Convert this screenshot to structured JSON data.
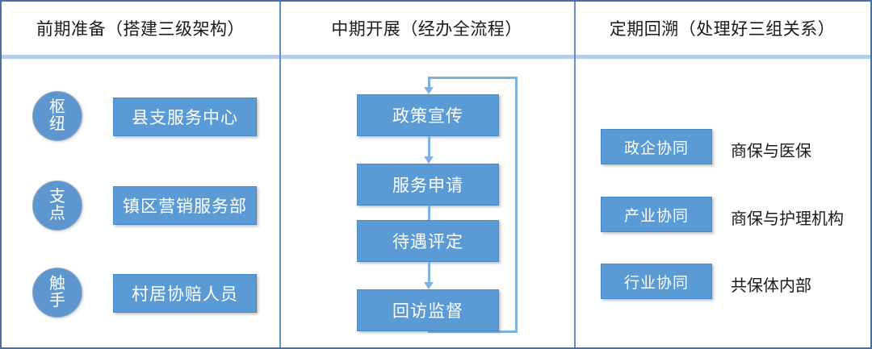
{
  "columns": [
    {
      "title": "前期准备（搭建三级架构）"
    },
    {
      "title": "中期开展（经办全流程）"
    },
    {
      "title": "定期回溯（处理好三组关系）"
    }
  ],
  "left_column": {
    "rows": [
      {
        "badge_top": "枢",
        "badge_bottom": "纽",
        "label": "县支服务中心"
      },
      {
        "badge_top": "支",
        "badge_bottom": "点",
        "label": "镇区营销服务部"
      },
      {
        "badge_top": "触",
        "badge_bottom": "手",
        "label": "村居协赔人员"
      }
    ]
  },
  "middle_column": {
    "steps": [
      {
        "label": "政策宣传"
      },
      {
        "label": "服务申请"
      },
      {
        "label": "待遇评定"
      },
      {
        "label": "回访监督"
      }
    ]
  },
  "right_column": {
    "rows": [
      {
        "label": "政企协同",
        "note": "商保与医保"
      },
      {
        "label": "产业协同",
        "note": "商保与护理机构"
      },
      {
        "label": "行业协同",
        "note": "共保体内部"
      }
    ]
  },
  "colors": {
    "box_fill": "#5b9bd5",
    "circle_fill": "#5e97cf",
    "connector": "#7fb1de",
    "divider": "#5b8fd0",
    "header_rule": "#b5cfea",
    "outer_border": "#4a6f9e",
    "text_dark": "#1a1a1a",
    "text_light": "#ffffff"
  }
}
